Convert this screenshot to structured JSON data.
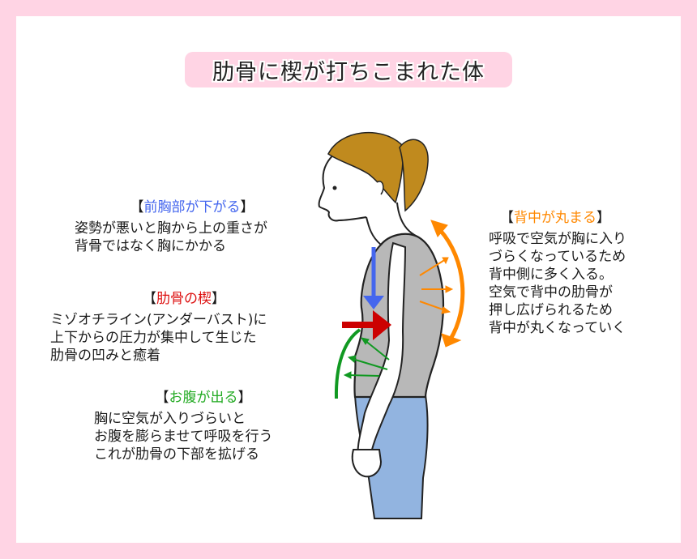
{
  "title": "肋骨に楔が打ちこまれた体",
  "colors": {
    "frame_pink": "#ffd4e4",
    "blue_arrow": "#4466ee",
    "red_arrow": "#cc0000",
    "green_arrow": "#119922",
    "orange_arrow": "#ff8800",
    "hair": "#c08a1e",
    "shirt": "#b8b8b8",
    "pants": "#92b4e0"
  },
  "sections": {
    "chest_down": {
      "bracket_open": "【",
      "heading": "前胸部が下がる",
      "bracket_close": "】",
      "heading_color": "#4466ee",
      "lines": [
        "姿勢が悪いと胸から上の重さが",
        "背骨ではなく胸にかかる"
      ]
    },
    "rib_wedge": {
      "bracket_open": "【",
      "heading": "肋骨の楔",
      "bracket_close": "】",
      "heading_color": "#dd1111",
      "lines": [
        "ミゾオチライン(アンダーバスト)に",
        "上下からの圧力が集中して生じた",
        "肋骨の凹みと癒着"
      ]
    },
    "belly_out": {
      "bracket_open": "【",
      "heading": "お腹が出る",
      "bracket_close": "】",
      "heading_color": "#22aa22",
      "lines": [
        "胸に空気が入りづらいと",
        "お腹を膨らませて呼吸を行う",
        "これが肋骨の下部を拡げる"
      ]
    },
    "back_round": {
      "bracket_open": "【",
      "heading": "背中が丸まる",
      "bracket_close": "】",
      "heading_color": "#ff8800",
      "lines": [
        "呼吸で空気が胸に入り",
        "づらくなっているため",
        "背中側に多く入る。",
        "空気で背中の肋骨が",
        "押し広げられるため",
        "背中が丸くなっていく"
      ]
    }
  }
}
